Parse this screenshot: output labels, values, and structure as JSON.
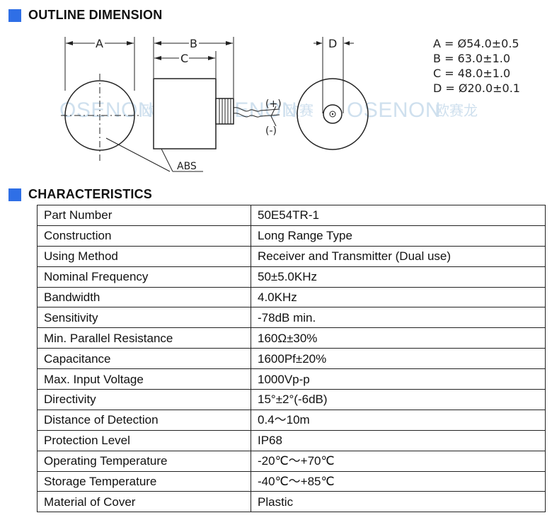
{
  "outline": {
    "title": "OUTLINE DIMENSION",
    "labels": {
      "a": "A",
      "b": "B",
      "c": "C",
      "d": "D",
      "abs": "ABS",
      "plus": "(+)",
      "minus": "(-)"
    },
    "dimensions": [
      {
        "line": "A = Ø54.0±0.5"
      },
      {
        "line": "B = 63.0±1.0"
      },
      {
        "line": "C = 48.0±1.0"
      },
      {
        "line": "D = Ø20.0±0.1"
      }
    ],
    "watermark": {
      "brand": "OSENON",
      "cn": "欧赛龙",
      "cn_partial": "欧赛"
    }
  },
  "characteristics": {
    "title": "CHARACTERISTICS",
    "rows": [
      {
        "name": "Part Number",
        "value": "50E54TR-1"
      },
      {
        "name": "Construction",
        "value": "Long Range Type"
      },
      {
        "name": "Using Method",
        "value": "Receiver and Transmitter (Dual use)"
      },
      {
        "name": "Nominal Frequency",
        "value": "50±5.0KHz"
      },
      {
        "name": "Bandwidth",
        "value": "4.0KHz"
      },
      {
        "name": "Sensitivity",
        "value": "-78dB min."
      },
      {
        "name": "Min. Parallel Resistance",
        "value": "160Ω±30%"
      },
      {
        "name": "Capacitance",
        "value": "1600Pf±20%"
      },
      {
        "name": "Max. Input Voltage",
        "value": "1000Vp-p"
      },
      {
        "name": "Directivity",
        "value": "15°±2°(-6dB)"
      },
      {
        "name": "Distance of Detection",
        "value": "0.4～10m"
      },
      {
        "name": "Protection Level",
        "value": "IP68"
      },
      {
        "name": "Operating Temperature",
        "value": "-20℃～+70℃"
      },
      {
        "name": "Storage Temperature",
        "value": "-40℃～+85℃"
      },
      {
        "name": "Material of Cover",
        "value": "Plastic"
      }
    ]
  },
  "colors": {
    "accent": "#2f6fe6",
    "watermark": "#cfe0ee"
  }
}
